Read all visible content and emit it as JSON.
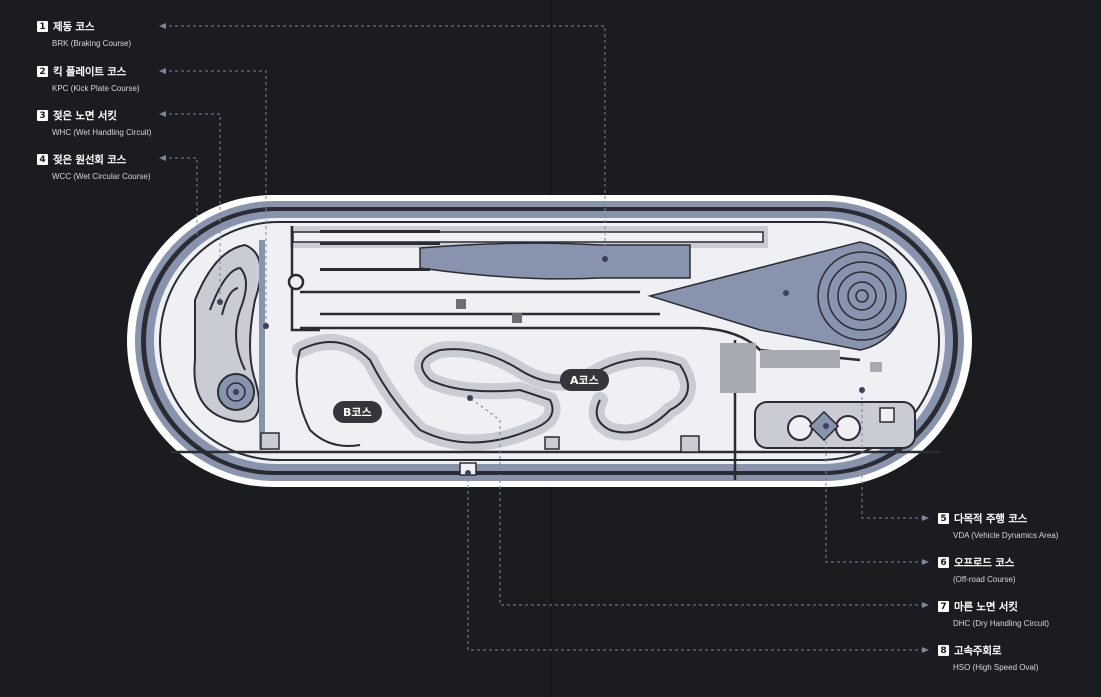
{
  "colors": {
    "background": "#1b1c1f",
    "track_outline": "#2a2c31",
    "track_fill": "#eef0f3",
    "track_accent": "#8893ad",
    "leader": "#7a85a4"
  },
  "legend": [
    {
      "num": "1",
      "ko": "제동 코스",
      "en": "BRK (Braking Course)"
    },
    {
      "num": "2",
      "ko": "킥 플레이트 코스",
      "en": "KPC (Kick Plate Course)"
    },
    {
      "num": "3",
      "ko": "젖은 노면 서킷",
      "en": "WHC (Wet Handling Circuit)"
    },
    {
      "num": "4",
      "ko": "젖은 원선회 코스",
      "en": "WCC (Wet Circular Course)"
    },
    {
      "num": "5",
      "ko": "다목적 주행 코스",
      "en": "VDA (Vehicle Dynamics Area)"
    },
    {
      "num": "6",
      "ko": "오프로드 코스",
      "en": "(Off-road Course)"
    },
    {
      "num": "7",
      "ko": "마른 노면 서킷",
      "en": "DHC (Dry Handling Circuit)"
    },
    {
      "num": "8",
      "ko": "고속주회로",
      "en": "HSO (High Speed Oval)"
    }
  ],
  "course_labels": {
    "a": "A코스",
    "b": "B코스"
  }
}
